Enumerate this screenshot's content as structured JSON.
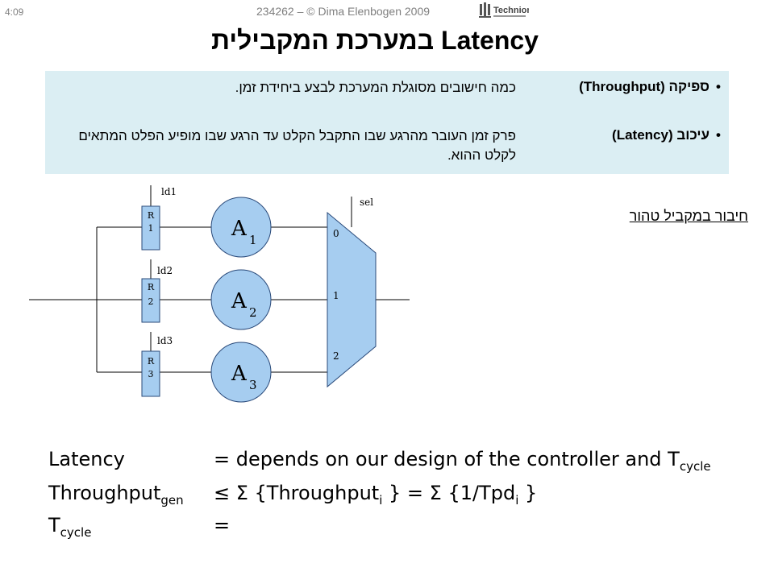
{
  "slide_number": "4:09",
  "footer_credit": "234262 – © Dima Elenbogen 2009",
  "logo_text": "Technion",
  "title": "Latency במערכת המקבילית",
  "definitions": [
    {
      "term": "ספיקה (Throughput)",
      "description": "כמה חישובים מסוגלת המערכת לבצע ביחידת זמן."
    },
    {
      "term": "עיכוב (Latency)",
      "description": "פרק זמן העובר מהרגע שבו התקבל הקלט עד הרגע שבו מופיע הפלט המתאים לקלט ההוא."
    }
  ],
  "subtitle": "חיבור במקביל טהור",
  "diagram": {
    "registers": [
      {
        "r": "R",
        "n": "1",
        "ld": "ld1"
      },
      {
        "r": "R",
        "n": "2",
        "ld": "ld2"
      },
      {
        "r": "R",
        "n": "3",
        "ld": "ld3"
      }
    ],
    "units": [
      {
        "letter": "A",
        "sub": "1"
      },
      {
        "letter": "A",
        "sub": "2"
      },
      {
        "letter": "A",
        "sub": "3"
      }
    ],
    "mux_inputs": [
      "0",
      "1",
      "2"
    ],
    "select_label": "sel"
  },
  "equations": [
    {
      "lhs": "Latency",
      "lhs_sub": "",
      "rhs": "= depends on our design of the controller and T",
      "rhs_sub": "cycle"
    },
    {
      "lhs": "Throughput",
      "lhs_sub": "gen",
      "rhs_a": "≤ Σ {Throughput",
      "rhs_sub_a": "i",
      "rhs_b": " } = Σ {1/Tpd",
      "rhs_sub_b": "i",
      "rhs_c": " }"
    },
    {
      "lhs": "T",
      "lhs_sub": "cycle",
      "rhs": "="
    }
  ],
  "colors": {
    "box_fill": "#dbeef3",
    "component_fill": "#a6cdf0",
    "component_stroke": "#2a4a7a"
  }
}
